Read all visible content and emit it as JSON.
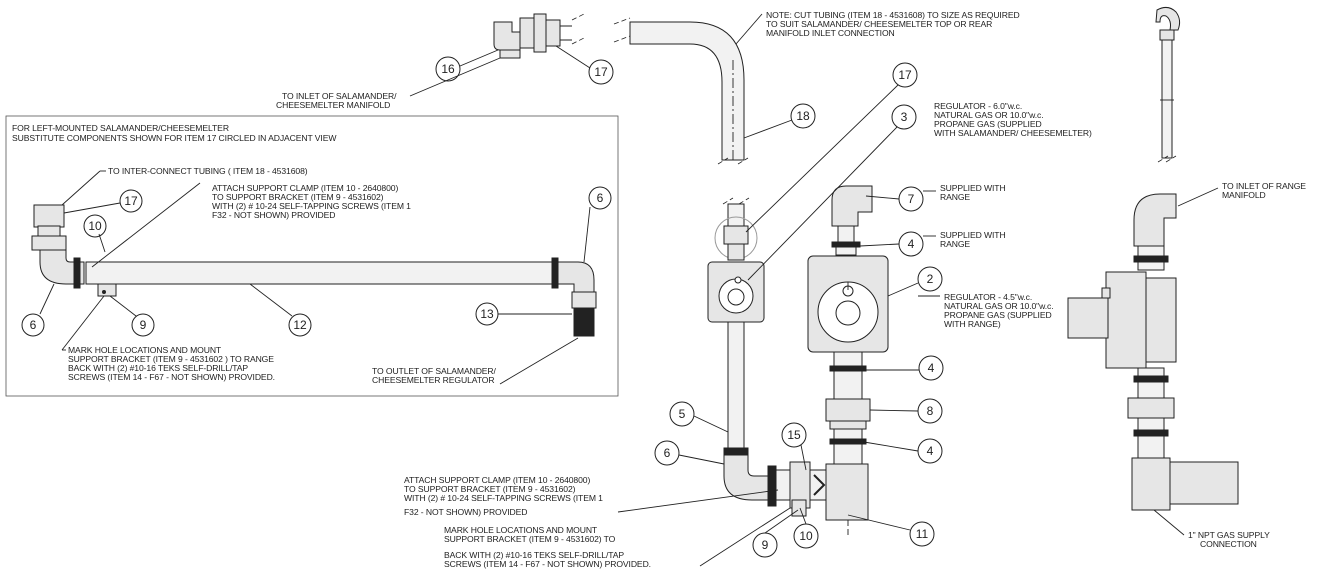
{
  "notes": {
    "left_header_1": "FOR LEFT-MOUNTED SALAMANDER/CHEESEMELTER",
    "left_header_2": "SUBSTITUTE COMPONENTS SHOWN FOR ITEM 17 CIRCLED IN ADJACENT VIEW",
    "inter_connect": "TO INTER-CONNECT TUBING ( ITEM 18 - 4531608)",
    "attach_left_1": "ATTACH SUPPORT CLAMP (ITEM 10 - 2640800)",
    "attach_left_2": "TO SUPPORT BRACKET (ITEM 9 - 4531602)",
    "attach_left_3": "WITH (2) # 10-24 SELF-TAPPING SCREWS (ITEM 1",
    "attach_left_4": "F32 - NOT SHOWN) PROVIDED",
    "mark_left_1": "MARK HOLE LOCATIONS AND MOUNT",
    "mark_left_2": "SUPPORT BRACKET (ITEM 9 - 4531602 ) TO RANGE",
    "mark_left_3": "BACK WITH (2) #10-16 TEKS SELF-DRILL/TAP",
    "mark_left_4": "SCREWS (ITEM 14 - F67 - NOT SHOWN) PROVIDED.",
    "outlet_1": "TO OUTLET OF SALAMANDER/",
    "outlet_2": "CHEESEMELTER REGULATOR",
    "inlet_sal_1": "TO INLET OF SALAMANDER/",
    "inlet_sal_2": "CHEESEMELTER MANIFOLD",
    "cut_note_1": "NOTE: CUT TUBING (ITEM 18 - 4531608) TO SIZE AS REQUIRED",
    "cut_note_2": "TO SUIT SALAMANDER/ CHEESEMELTER TOP OR REAR",
    "cut_note_3": "MANIFOLD INLET CONNECTION",
    "reg3_1": "REGULATOR - 6.0\"w.c.",
    "reg3_2": "NATURAL GAS OR 10.0\"w.c.",
    "reg3_3": "PROPANE GAS (SUPPLIED",
    "reg3_4": "WITH SALAMANDER/ CHEESEMELTER)",
    "supp7_1": "SUPPLIED WITH",
    "supp7_2": "RANGE",
    "supp4_1": "SUPPLIED WITH",
    "supp4_2": "RANGE",
    "reg2_1": "REGULATOR - 4.5\"w.c.",
    "reg2_2": "NATURAL GAS OR 10.0\"w.c.",
    "reg2_3": "PROPANE GAS (SUPPLIED",
    "reg2_4": "WITH RANGE)",
    "inlet_range_1": "TO INLET OF RANGE",
    "inlet_range_2": "MANIFOLD",
    "attach_c_1": "ATTACH SUPPORT CLAMP (ITEM 10 - 2640800)",
    "attach_c_2": "TO SUPPORT BRACKET (ITEM 9 - 4531602)",
    "attach_c_3": "WITH (2) # 10-24 SELF-TAPPING SCREWS (ITEM 1",
    "attach_c_4": "F32 - NOT SHOWN) PROVIDED",
    "mark_c_1": "MARK HOLE LOCATIONS AND MOUNT",
    "mark_c_2": "SUPPORT BRACKET (ITEM 9 - 4531602) TO",
    "mark_c_3": "BACK WITH (2) #10-16 TEKS SELF-DRILL/TAP",
    "mark_c_4": "SCREWS (ITEM 14 - F67 - NOT SHOWN) PROVIDED.",
    "npt_1": "1\" NPT GAS SUPPLY",
    "npt_2": "CONNECTION"
  },
  "callouts": {
    "n16": "16",
    "n17a": "17",
    "n18": "18",
    "n17b": "17",
    "n3": "3",
    "n17c": "17",
    "n10a": "10",
    "n6a": "6",
    "n6b": "6",
    "n9a": "9",
    "n12": "12",
    "n13": "13",
    "n7": "7",
    "n4a": "4",
    "n2": "2",
    "n4b": "4",
    "n8": "8",
    "n4c": "4",
    "n5": "5",
    "n6c": "6",
    "n15": "15",
    "n9b": "9",
    "n10b": "10",
    "n11": "11"
  }
}
